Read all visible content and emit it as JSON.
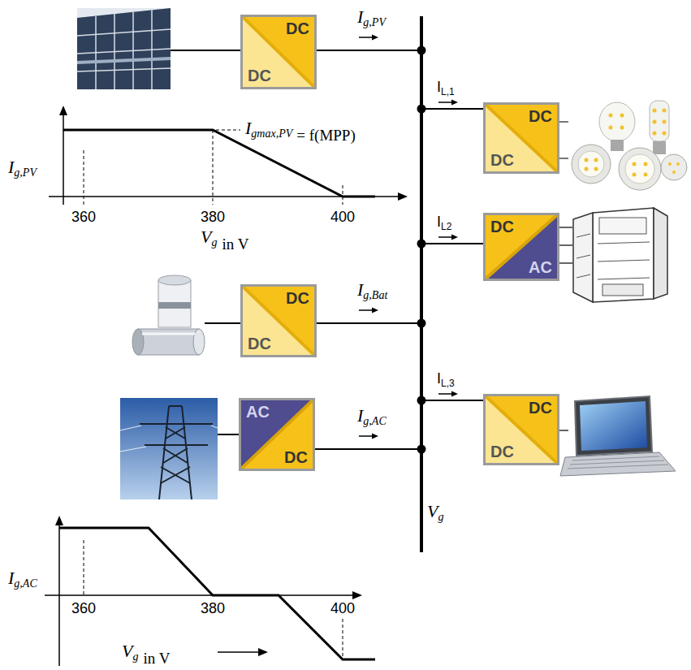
{
  "diagram": {
    "nodes": [
      {
        "text": [
          "DC",
          "DC"
        ]
      },
      {
        "text": [
          "DC",
          "DC"
        ]
      },
      {
        "text": [
          "DC",
          "AC"
        ]
      },
      {
        "text": [
          "DC",
          "DC"
        ]
      },
      {
        "text": [
          "DC",
          "DC"
        ]
      },
      {
        "text": [
          "AC",
          "DC"
        ]
      },
      {
        "text": [
          "Vg"
        ]
      }
    ],
    "edges": [
      {
        "from": 0,
        "to": 6,
        "arrow": "none",
        "label": "Ig,PV"
      },
      {
        "from": 6,
        "to": 1,
        "arrow": "none",
        "label": "IL,1"
      },
      {
        "from": 6,
        "to": 2,
        "arrow": "none",
        "label": "IL2"
      },
      {
        "from": 3,
        "to": 6,
        "arrow": "none",
        "label": "Ig,Bat"
      },
      {
        "from": 6,
        "to": 4,
        "arrow": "none",
        "label": "IL,3"
      },
      {
        "from": 5,
        "to": 6,
        "arrow": "none",
        "label": "Ig,AC"
      }
    ],
    "labels": [
      "Ig,PV",
      "Igmax,PV",
      "= f(MPP)",
      "360",
      "380",
      "400",
      "Vg",
      "in V",
      "Ig,AC",
      "360",
      "380",
      "400",
      "Vg",
      "in V"
    ]
  }
}
